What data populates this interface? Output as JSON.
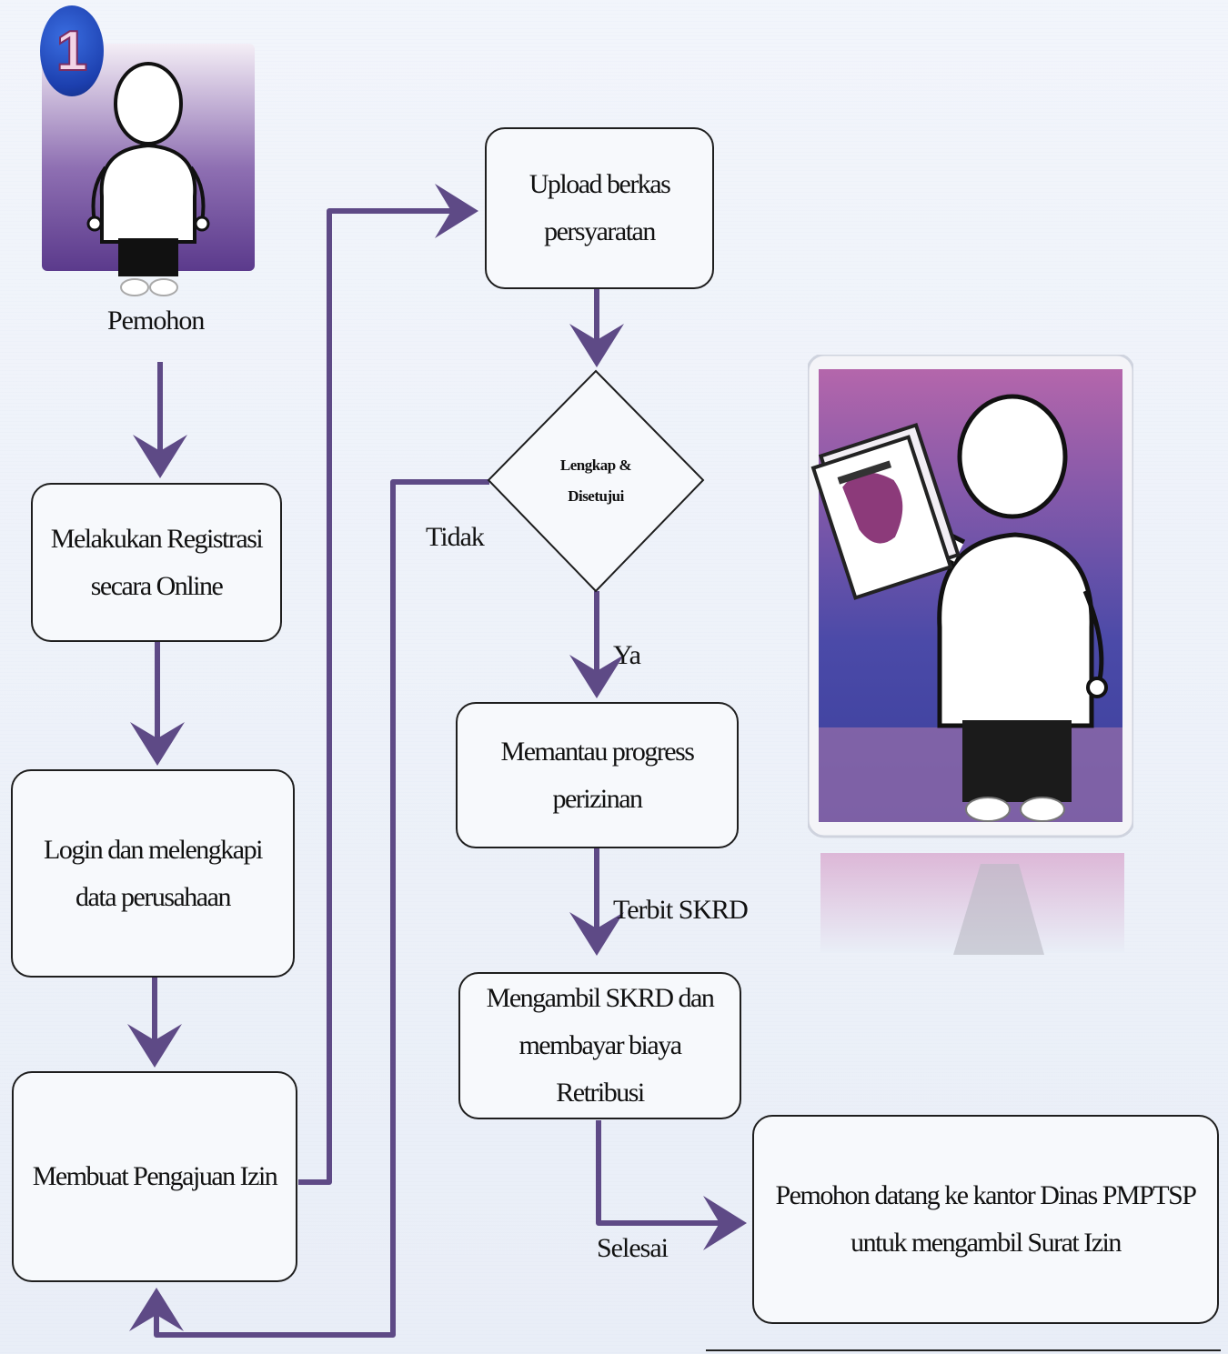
{
  "badge": {
    "number": "1"
  },
  "actor_label": "Pemohon",
  "steps": {
    "registrasi": [
      "Melakukan Registrasi",
      "secara Online"
    ],
    "login": [
      "Login dan melengkapi",
      "data perusahaan"
    ],
    "pengajuan": [
      "Membuat Pengajuan Izin"
    ],
    "upload": [
      "Upload berkas",
      "persyaratan"
    ],
    "decision": [
      "Lengkap &",
      "Disetujui"
    ],
    "memantau": [
      "Memantau progress",
      "perizinan"
    ],
    "skrd": [
      "Mengambil SKRD  dan",
      "membayar biaya",
      "Retribusi"
    ],
    "final": [
      "Pemohon datang ke kantor Dinas PMPTSP",
      "untuk mengambil Surat Izin"
    ]
  },
  "edge_labels": {
    "tidak": "Tidak",
    "ya": "Ya",
    "terbit": "Terbit SKRD",
    "selesai": "Selesai"
  },
  "colors": {
    "arrow": "#5e4a86",
    "box_border": "#1e1e1e",
    "card_top": "#b064a8",
    "card_bottom": "#3b3f9e"
  }
}
